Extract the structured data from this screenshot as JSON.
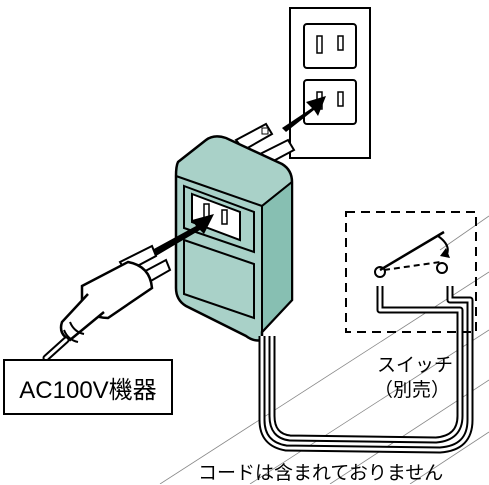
{
  "labels": {
    "device": "AC100V機器",
    "switch": "スイッチ",
    "switch_note": "（別売）",
    "cord_note": "コードは含まれておりません"
  },
  "colors": {
    "adapter_fill": "#a9d1c8",
    "adapter_shade": "#87bfb2",
    "outline": "#000000",
    "background": "#ffffff"
  }
}
